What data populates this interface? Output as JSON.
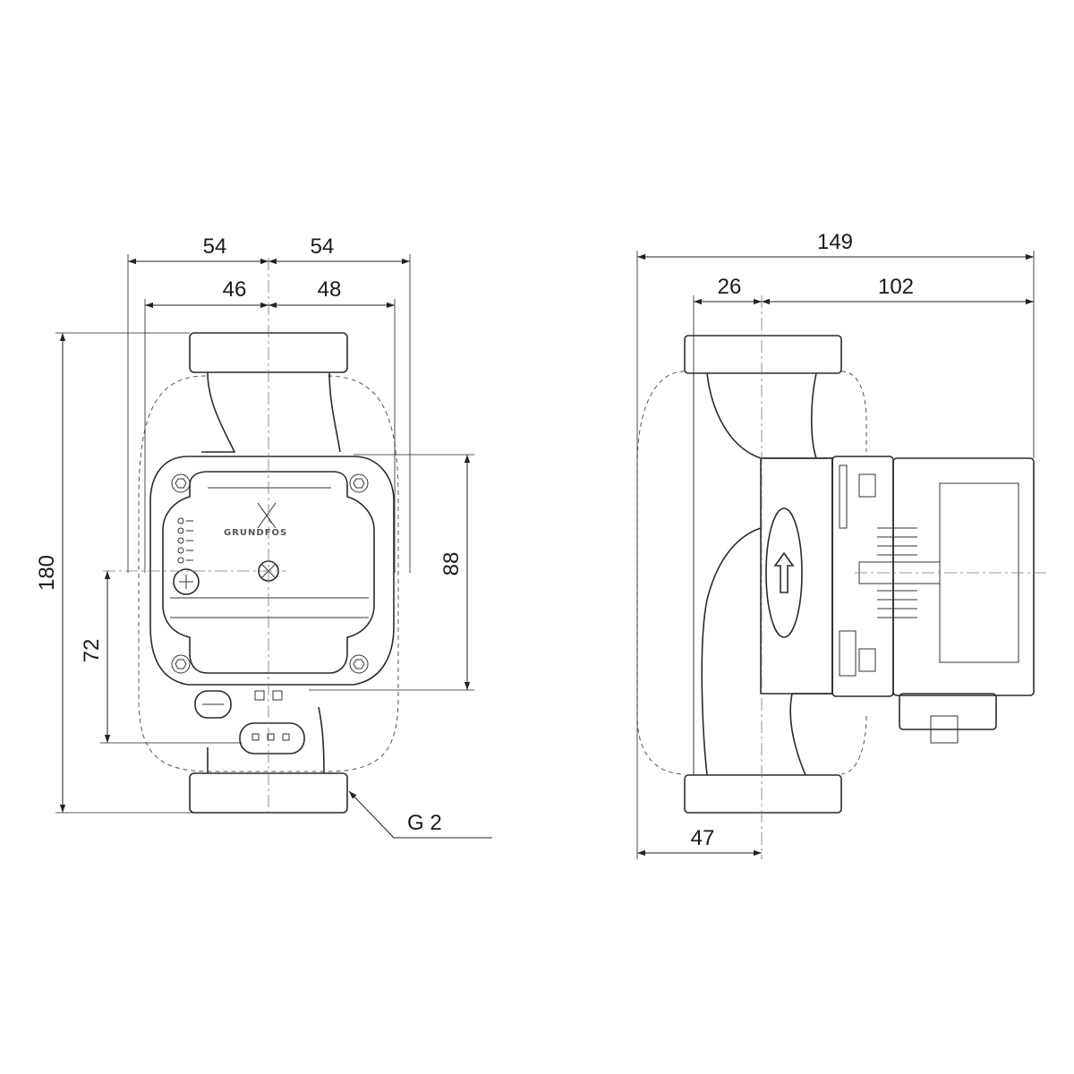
{
  "front_view": {
    "dim_top_left": "54",
    "dim_top_right": "54",
    "dim_inner_left": "46",
    "dim_inner_right": "48",
    "dim_total_height": "180",
    "dim_axis_height": "72",
    "dim_box_height": "88",
    "thread": "G 2",
    "logo": "GRUNDFOS"
  },
  "side_view": {
    "dim_total_length": "149",
    "dim_flange_to_axis": "26",
    "dim_axis_to_end": "102",
    "dim_base": "47"
  }
}
